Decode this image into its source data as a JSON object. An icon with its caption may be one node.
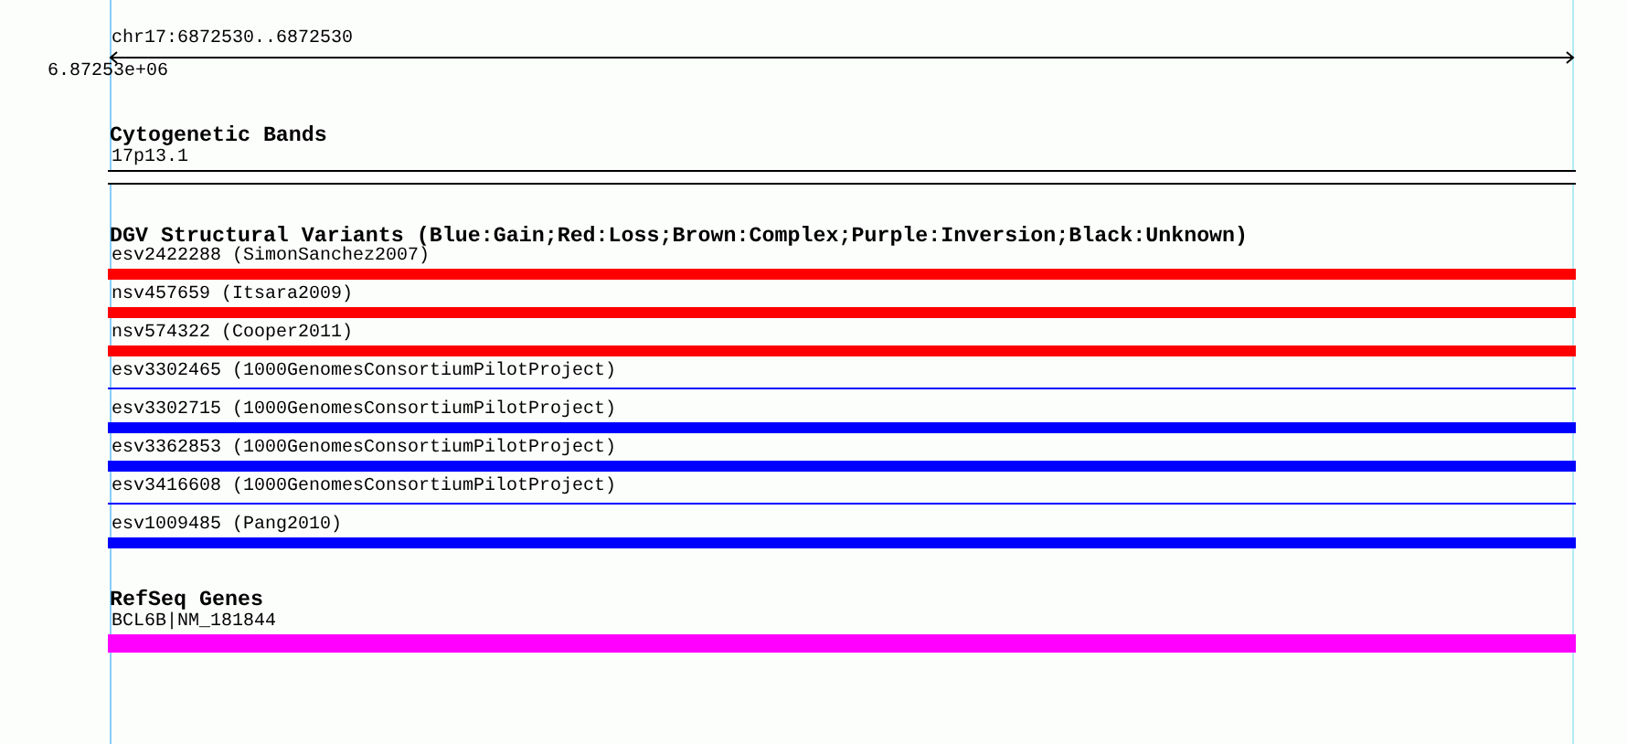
{
  "diagram": {
    "nodes": [
      {
        "text": [
          "17p13.1"
        ]
      },
      {
        "text": [
          "esv2422288 (SimonSanchez2007)"
        ]
      },
      {
        "text": [
          "nsv457659 (Itsara2009)"
        ]
      },
      {
        "text": [
          "nsv574322 (Cooper2011)"
        ]
      },
      {
        "text": [
          "esv3302465 (1000GenomesConsortiumPilotProject)"
        ]
      },
      {
        "text": [
          "esv3302715 (1000GenomesConsortiumPilotProject)"
        ]
      },
      {
        "text": [
          "esv3362853 (1000GenomesConsortiumPilotProject)"
        ]
      },
      {
        "text": [
          "esv3416608 (1000GenomesConsortiumPilotProject)"
        ]
      },
      {
        "text": [
          "esv1009485 (Pang2010)"
        ]
      },
      {
        "text": [
          "BCL6B|NM_181844"
        ]
      }
    ],
    "labels": [
      "chr17:6872530..6872530",
      "6.87253e+06",
      "Cytogenetic Bands",
      "DGV Structural Variants (Blue:Gain;Red:Loss;Brown:Complex;Purple:Inversion;Black:Unknown)",
      "RefSeq Genes"
    ]
  }
}
